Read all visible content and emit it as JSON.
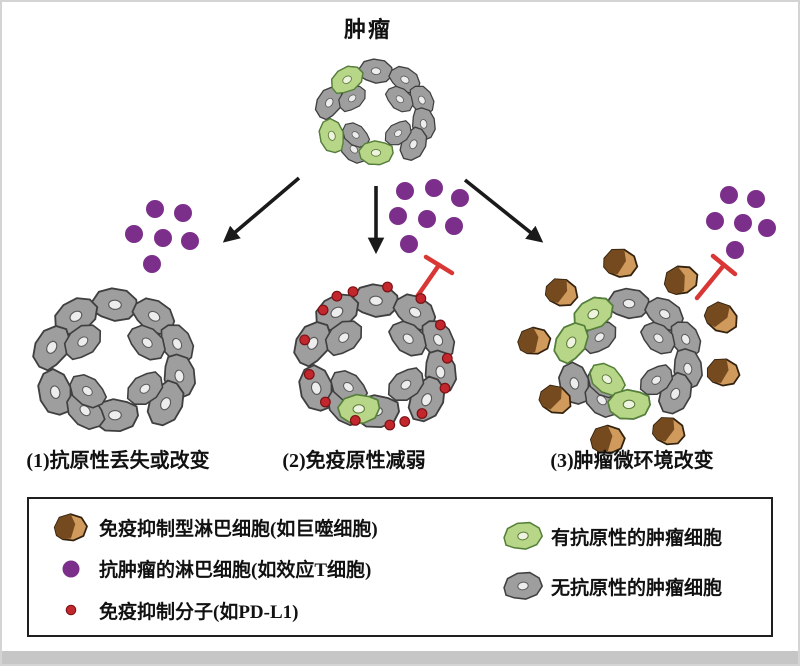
{
  "title": "肿瘤",
  "branches": [
    {
      "label": "(1)抗原性丢失或改变"
    },
    {
      "label": "(2)免疫原性减弱"
    },
    {
      "label": "(3)肿瘤微环境改变"
    }
  ],
  "legend": {
    "items": [
      {
        "icon": "macrophage-cell-icon",
        "label": "免疫抑制型淋巴细胞(如巨噬细胞)"
      },
      {
        "icon": "effector-tcell-icon",
        "label": "抗肿瘤的淋巴细胞(如效应T细胞)"
      },
      {
        "icon": "pdl1-molecule-icon",
        "label": "免疫抑制分子(如PD-L1)"
      },
      {
        "icon": "antigenic-tumor-cell-icon",
        "label": "有抗原性的肿瘤细胞"
      },
      {
        "icon": "nonantigenic-tumor-cell-icon",
        "label": "无抗原性的肿瘤细胞"
      }
    ]
  },
  "colors": {
    "tumor_cell_gray": "#9e9e9e",
    "antigenic_cell_green": "#b7d687",
    "macrophage_brown": "#d09a5c",
    "macrophage_dark_brown": "#754a1e",
    "tcell_purple": "#7b2f8a",
    "pdl1_red": "#c1272d",
    "inhibit_red": "#d93636",
    "arrow_black": "#1a1a1a"
  }
}
